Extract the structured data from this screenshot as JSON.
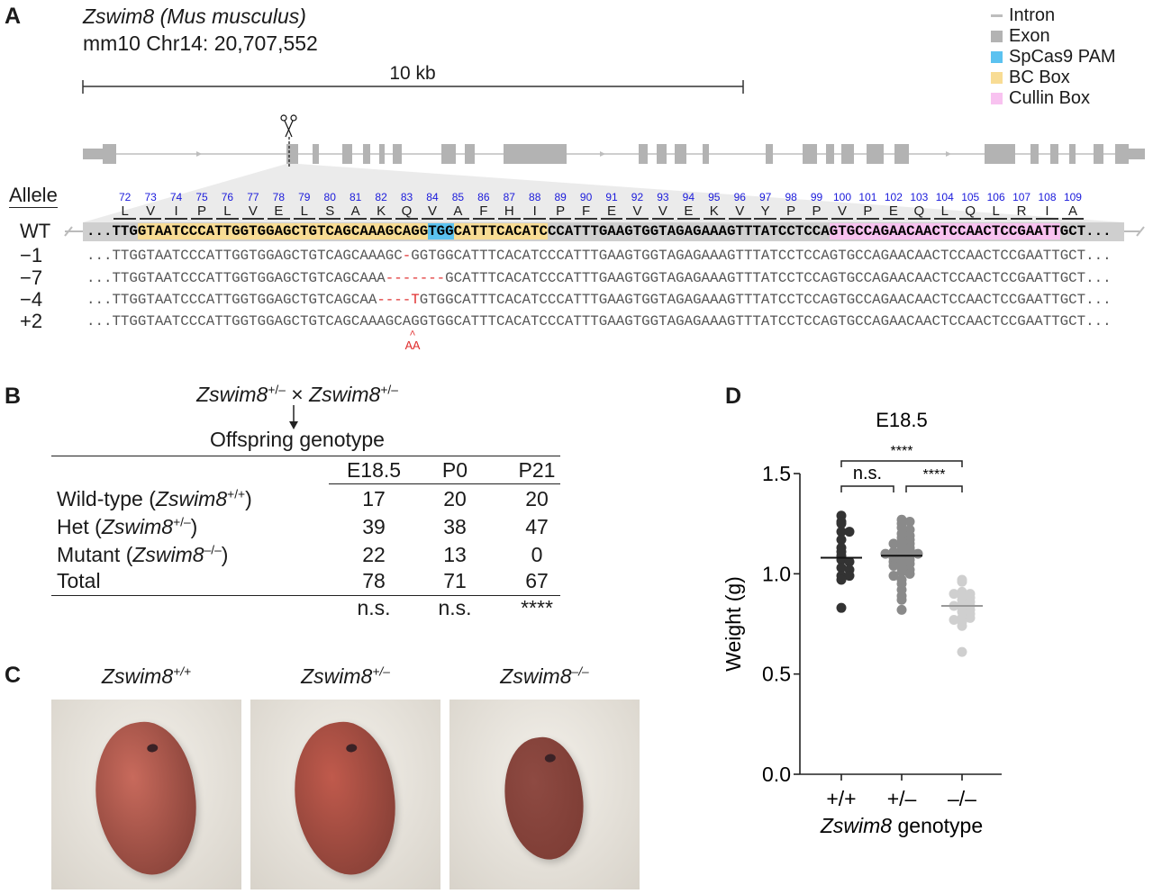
{
  "panels": {
    "a": "A",
    "b": "B",
    "c": "C",
    "d": "D"
  },
  "panel_a": {
    "gene_title": "Zswim8 (Mus musculus)",
    "coordinate": "mm10 Chr14: 20,707,552",
    "scale_label": "10 kb",
    "legend": [
      {
        "label": "Intron",
        "color": "#bdbdbd",
        "shape": "line"
      },
      {
        "label": "Exon",
        "color": "#b3b3b3",
        "shape": "square"
      },
      {
        "label": "SpCas9 PAM",
        "color": "#5bc2f0",
        "shape": "square"
      },
      {
        "label": "BC Box",
        "color": "#f8dc94",
        "shape": "square"
      },
      {
        "label": "Cullin Box",
        "color": "#f8c2f0",
        "shape": "square"
      }
    ],
    "allele_header": "Allele",
    "codon_numbers": [
      "72",
      "73",
      "74",
      "75",
      "76",
      "77",
      "78",
      "79",
      "80",
      "81",
      "82",
      "83",
      "84",
      "85",
      "86",
      "87",
      "88",
      "89",
      "90",
      "91",
      "92",
      "93",
      "94",
      "95",
      "96",
      "97",
      "98",
      "99",
      "100",
      "101",
      "102",
      "103",
      "104",
      "105",
      "106",
      "107",
      "108",
      "109"
    ],
    "amino_acids": [
      "L",
      "V",
      "I",
      "P",
      "L",
      "V",
      "E",
      "L",
      "S",
      "A",
      "K",
      "Q",
      "V",
      "A",
      "F",
      "H",
      "I",
      "P",
      "F",
      "E",
      "V",
      "V",
      "E",
      "K",
      "V",
      "Y",
      "P",
      "P",
      "V",
      "P",
      "E",
      "Q",
      "L",
      "Q",
      "L",
      "R",
      "I",
      "A"
    ],
    "alleles": [
      {
        "label": "WT",
        "wt": true,
        "segments": [
          {
            "text": "...TTG",
            "type": "plain"
          },
          {
            "text": "GTAATCCCATTGGTGGAGCTGTCAGCAAAGCAGG",
            "type": "bc"
          },
          {
            "text": "TGG",
            "type": "pam"
          },
          {
            "text": "CATTTCACATC",
            "type": "bc"
          },
          {
            "text": "CCATTTGAAGTGGTAGAGAAAGTTTATCCTCCA",
            "type": "plain"
          },
          {
            "text": "GTGCCAGAACAACTCCAACTCCGAATT",
            "type": "cullin"
          },
          {
            "text": "GCT...",
            "type": "plain"
          }
        ]
      },
      {
        "label": "−1",
        "segments": [
          {
            "text": "...TTGGTAATCCCATTGGTGGAGCTGTCAGCAAAGC",
            "type": "plain"
          },
          {
            "text": "-",
            "type": "del"
          },
          {
            "text": "GGTGGCATTTCACATCCCATTTGAAGTGGTAGAGAAAGTTTATCCTCCAGTGCCAGAACAACTCCAACTCCGAATTGCT...",
            "type": "plain"
          }
        ]
      },
      {
        "label": "−7",
        "segments": [
          {
            "text": "...TTGGTAATCCCATTGGTGGAGCTGTCAGCAAA",
            "type": "plain"
          },
          {
            "text": "-------",
            "type": "del"
          },
          {
            "text": "GCATTTCACATCCCATTTGAAGTGGTAGAGAAAGTTTATCCTCCAGTGCCAGAACAACTCCAACTCCGAATTGCT...",
            "type": "plain"
          }
        ]
      },
      {
        "label": "−4",
        "segments": [
          {
            "text": "...TTGGTAATCCCATTGGTGGAGCTGTCAGCAA",
            "type": "plain"
          },
          {
            "text": "----",
            "type": "del"
          },
          {
            "text": "T",
            "type": "del"
          },
          {
            "text": "GTGGCATTTCACATCCCATTTGAAGTGGTAGAGAAAGTTTATCCTCCAGTGCCAGAACAACTCCAACTCCGAATTGCT...",
            "type": "plain"
          }
        ]
      },
      {
        "label": "+2",
        "segments": [
          {
            "text": "...TTGGTAATCCCATTGGTGGAGCTGTCAGCAAAGCAGGTGGCATTTCACATCCCATTTGAAGTGGTAGAGAAAGTTTATCCTCCAGTGCCAGAACAACTCCAACTCCGAATTGCT...",
            "type": "plain"
          }
        ]
      }
    ],
    "insertion_caret": "^",
    "insertion_text": "AA",
    "colors": {
      "bc": "#f8dc94",
      "pam": "#5bc2f0",
      "cullin": "#f8c2f0",
      "del": "#e03030",
      "exon": "#b3b3b3"
    }
  },
  "panel_b": {
    "cross": {
      "gene": "Zswim8",
      "sup1": "+/–",
      "times": " × ",
      "sup2": "+/–"
    },
    "offspring_label": "Offspring genotype",
    "columns": [
      "E18.5",
      "P0",
      "P21"
    ],
    "rows": [
      {
        "pre": "Wild-type (",
        "gene": "Zswim8",
        "sup": "+/+",
        "post": ")",
        "values": [
          "17",
          "20",
          "20"
        ]
      },
      {
        "pre": "Het (",
        "gene": "Zswim8",
        "sup": "+/–",
        "post": ")",
        "values": [
          "39",
          "38",
          "47"
        ]
      },
      {
        "pre": "Mutant (",
        "gene": "Zswim8",
        "sup": "–/–",
        "post": ")",
        "values": [
          "22",
          "13",
          "0"
        ]
      },
      {
        "pre": "Total",
        "gene": "",
        "sup": "",
        "post": "",
        "values": [
          "78",
          "71",
          "67"
        ]
      }
    ],
    "significance": [
      "n.s.",
      "n.s.",
      "****"
    ]
  },
  "panel_c": {
    "photos": [
      {
        "gene": "Zswim8",
        "sup": "+/+"
      },
      {
        "gene": "Zswim8",
        "sup": "+/–"
      },
      {
        "gene": "Zswim8",
        "sup": "–/–"
      }
    ]
  },
  "chart_data": {
    "type": "scatter",
    "title": "E18.5",
    "ylabel": "Weight (g)",
    "xlabel_gene": "Zswim8",
    "xlabel_rest": " genotype",
    "ylim": [
      0,
      1.5
    ],
    "yticks": [
      "0.0",
      "0.5",
      "1.0",
      "1.5"
    ],
    "categories": [
      "+/+",
      "+/–",
      "–/–"
    ],
    "series": [
      {
        "name": "+/+",
        "color": "#333333",
        "mean": 1.08,
        "values": [
          1.29,
          1.26,
          1.25,
          1.21,
          1.21,
          1.17,
          1.13,
          1.11,
          1.09,
          1.07,
          1.06,
          1.03,
          1.02,
          0.99,
          0.99,
          0.97,
          0.83
        ]
      },
      {
        "name": "+/–",
        "color": "#8a8a8a",
        "mean": 1.09,
        "values": [
          1.27,
          1.26,
          1.25,
          1.23,
          1.22,
          1.2,
          1.19,
          1.18,
          1.17,
          1.16,
          1.15,
          1.15,
          1.14,
          1.13,
          1.12,
          1.12,
          1.11,
          1.1,
          1.1,
          1.09,
          1.09,
          1.08,
          1.07,
          1.07,
          1.06,
          1.05,
          1.05,
          1.04,
          1.03,
          1.02,
          1.01,
          1.0,
          0.99,
          0.97,
          0.95,
          0.92,
          0.89,
          0.87,
          0.82
        ]
      },
      {
        "name": "–/–",
        "color": "#cfcfcf",
        "mean": 0.84,
        "values": [
          0.97,
          0.96,
          0.91,
          0.9,
          0.9,
          0.89,
          0.88,
          0.87,
          0.86,
          0.85,
          0.84,
          0.84,
          0.83,
          0.82,
          0.81,
          0.8,
          0.78,
          0.78,
          0.77,
          0.76,
          0.74,
          0.61
        ]
      }
    ],
    "comparisons": [
      {
        "pair": [
          "+/+",
          "–/–"
        ],
        "label": "****"
      },
      {
        "pair": [
          "+/+",
          "+/–"
        ],
        "label": "n.s."
      },
      {
        "pair": [
          "+/–",
          "–/–"
        ],
        "label": "****"
      }
    ]
  }
}
